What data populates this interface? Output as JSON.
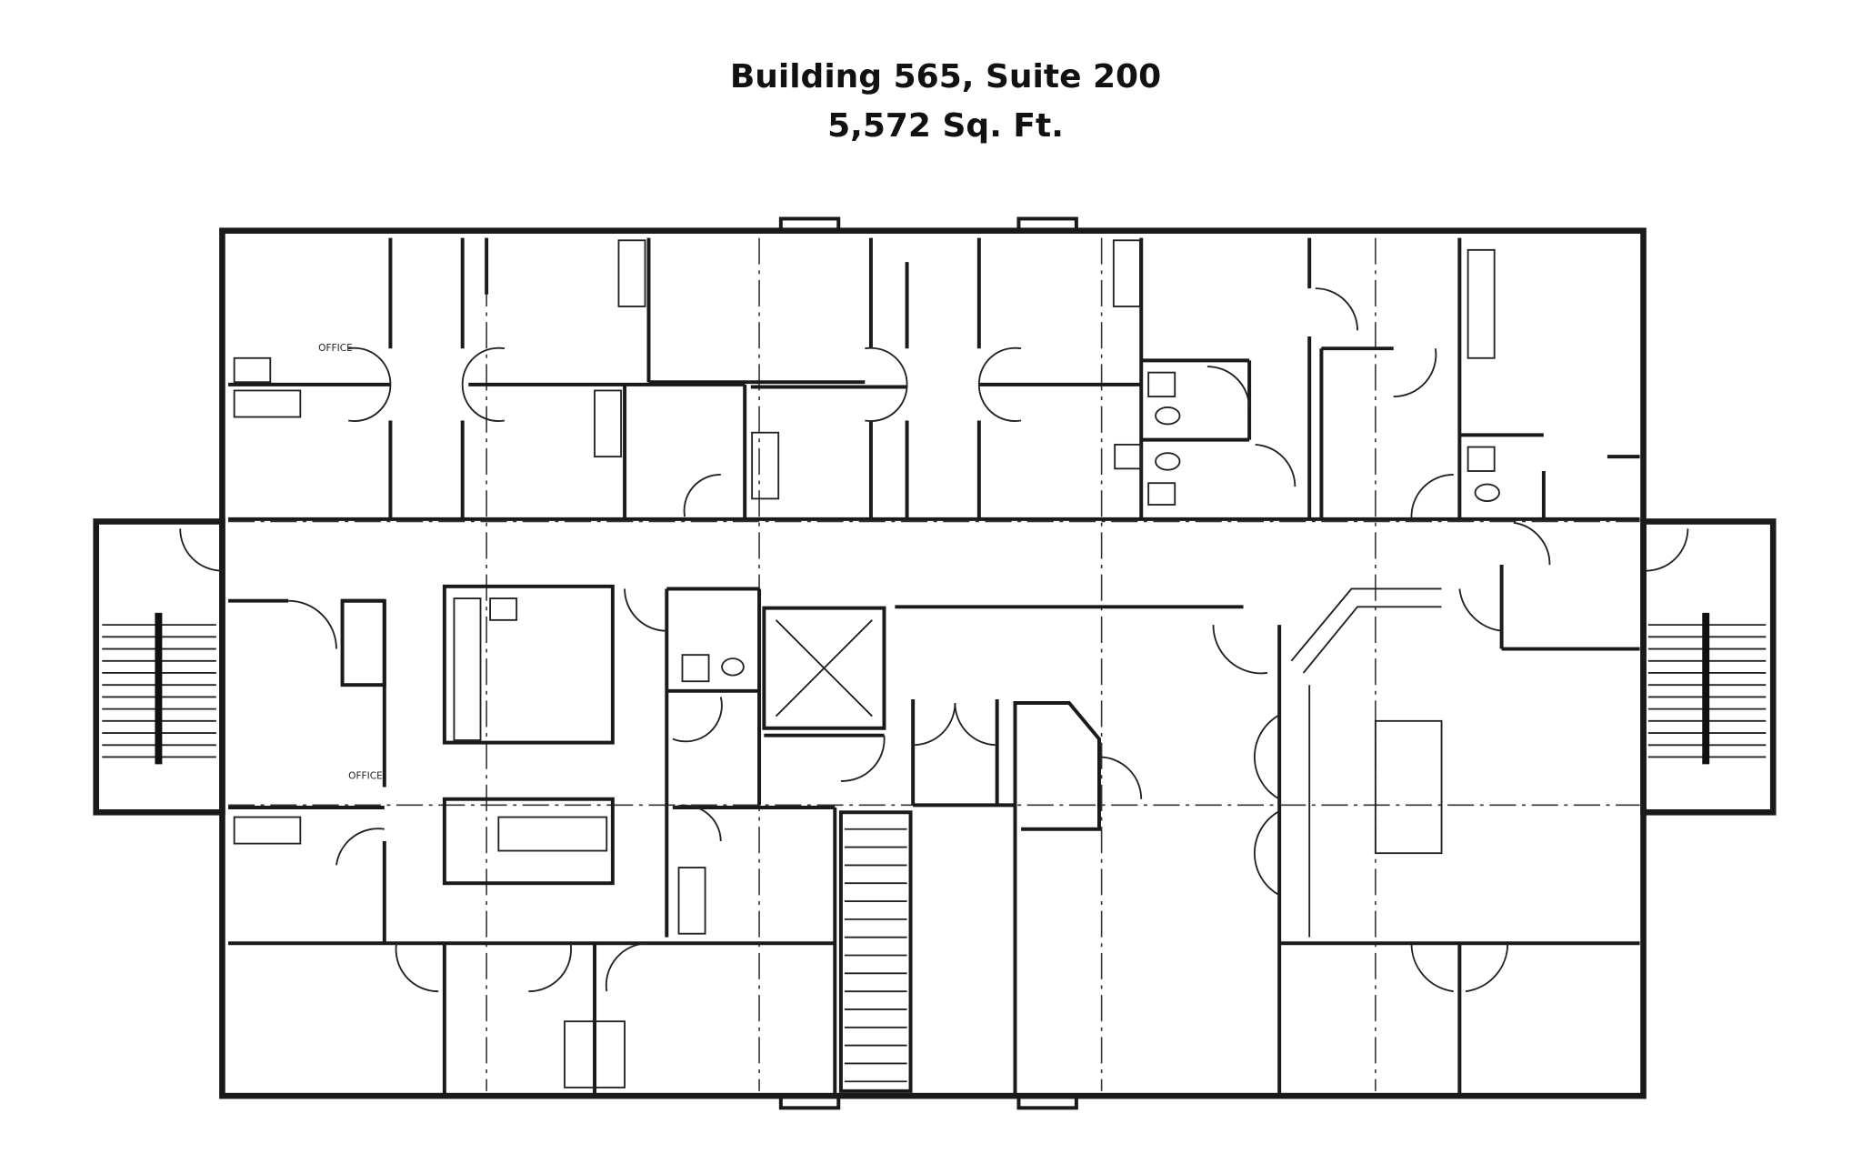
{
  "header": {
    "title": "Building 565, Suite 200",
    "subtitle": "5,572 Sq. Ft."
  },
  "plan": {
    "room_labels": [
      "OFFICE",
      "OFFICE"
    ]
  }
}
